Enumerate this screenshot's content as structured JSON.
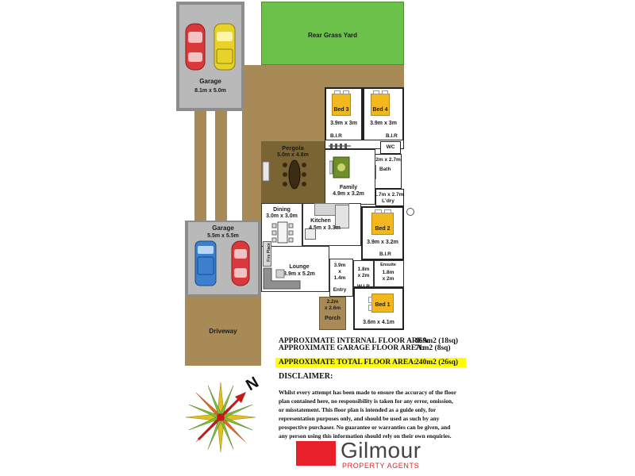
{
  "rooms": {
    "garage_top": {
      "name": "Garage",
      "dims": "8.1m x 5.0m"
    },
    "garage_lower": {
      "name": "Garage",
      "dims": "5.5m x 5.5m"
    },
    "driveway": {
      "name": "Driveway"
    },
    "rear_yard": {
      "name": "Rear Grass Yard"
    },
    "pergola": {
      "name": "Pergola",
      "dims": "5.0m x 4.8m"
    },
    "bed3": {
      "name": "Bed 3",
      "dims": "3.9m x 3m"
    },
    "bed4": {
      "name": "Bed 4",
      "dims": "3.9m x 3m"
    },
    "bir_a": {
      "name": "B.I.R"
    },
    "bir_b": {
      "name": "B.I.R"
    },
    "bir_c": {
      "name": "B.I.R"
    },
    "wc": {
      "name": "WC"
    },
    "bath": {
      "name": "Bath",
      "dims": "2m x 2.7m"
    },
    "family": {
      "name": "Family",
      "dims": "4.9m x 3.2m"
    },
    "laundry": {
      "name": "L'dry",
      "dims": "1.7m x 2.7m"
    },
    "dining": {
      "name": "Dining",
      "dims": "3.0m x 3.0m"
    },
    "kitchen": {
      "name": "Kitchen",
      "dims": "4.5m x 3.3m"
    },
    "bed2": {
      "name": "Bed 2",
      "dims": "3.9m x 3.2m"
    },
    "fireplace": {
      "name": "Fire Place"
    },
    "lounge": {
      "name": "Lounge",
      "dims": "3.9m x 5.2m"
    },
    "hall": {
      "dims_a": "3.9m",
      "dims_b": "x",
      "dims_c": "1.4m"
    },
    "wir": {
      "name": "W.I.R",
      "dims_a": "1.8m",
      "dims_b": "x 2m"
    },
    "ensuite": {
      "name": "Ensuite",
      "dims_a": "1.8m",
      "dims_b": "x 2m"
    },
    "entry": {
      "name": "Entry"
    },
    "porch": {
      "name": "Porch",
      "dims_a": "2.2m",
      "dims_b": "x 2.6m"
    },
    "bed1": {
      "name": "Bed 1",
      "dims": "3.6m x 4.1m"
    }
  },
  "areas": {
    "internal_label": "APPROXIMATE INTERNAL FLOOR AREA:",
    "internal_value": "169m2 (18sq)",
    "garage_label": "APPROXIMATE GARAGE FLOOR AREA:",
    "garage_value": "71m2   (8sq)",
    "total_label": "APPROXIMATE TOTAL FLOOR AREA:",
    "total_value": "240m2 (26sq)"
  },
  "disclaimer": {
    "heading": "DISCLAIMER:",
    "line1": "Whilst every attempt has been made to ensure the accuracy of the floor",
    "line2": "plan contained here, no responsibility is taken for any error, omission,",
    "line3": "or misstatement. This floor plan is intended as a guide only, for",
    "line4": "representation purposes only, and should be used as such by any",
    "line5": "prospective purchaser. No guarantee or warranties can be given, and",
    "line6": "any person using this information should rely on their own enquiries."
  },
  "compass": {
    "north_letter": "N"
  },
  "logo": {
    "brand": "Gilmour",
    "tagline": "PROPERTY AGENTS"
  },
  "colors": {
    "grass": "#6cc14a",
    "soil": "#a88a57",
    "pergola": "#7a6434",
    "garage_floor": "#b9b9b9",
    "bed_yellow": "#f2b81e",
    "total_highlight": "#ffff00",
    "logo_red": "#e8202a"
  }
}
